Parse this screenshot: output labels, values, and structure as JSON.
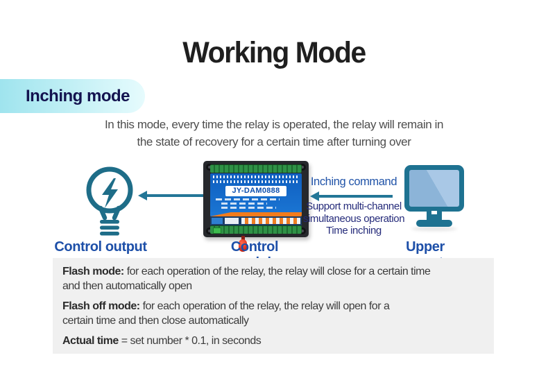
{
  "header": {
    "title": "Working Mode"
  },
  "badge": {
    "label": "Inching mode"
  },
  "intro": {
    "line1": "In this mode, every time the relay is operated, the relay will remain in",
    "line2": "the state of recovery for a certain time after turning over"
  },
  "diagram": {
    "module_model": "JY-DAM0888",
    "command_label": "Inching command",
    "support_line1": "Support multi-channel",
    "support_line2": "simultaneous operation",
    "support_line3": "Time inching",
    "left_label": "Control output",
    "middle_label": "Control module",
    "right_label": "Upper computer"
  },
  "notes": {
    "flash_mode": {
      "term": "Flash mode:",
      "line1": "for each operation of the relay, the relay will close for a certain time",
      "line2": "and then automatically open"
    },
    "flash_off_mode": {
      "term": "Flash off mode:",
      "line1": "for each operation of the relay, the relay will open for a",
      "line2": "certain time and then close automatically"
    },
    "actual_time": {
      "term": "Actual time",
      "line1": "= set number * 0.1, in seconds"
    }
  },
  "colors": {
    "teal": "#237697",
    "label_blue": "#1d4fa8",
    "command_blue": "#2053a8",
    "navy": "#252b7a",
    "badge_text": "#13134f",
    "badge_gradient_start": "#9fe4ee",
    "badge_gradient_end": "#e6fbfd",
    "panel_blue": "#1b76d4",
    "accent_orange": "#f27c1c",
    "notes_bg": "#f0f0f0",
    "title_color": "#1f1f1f"
  }
}
